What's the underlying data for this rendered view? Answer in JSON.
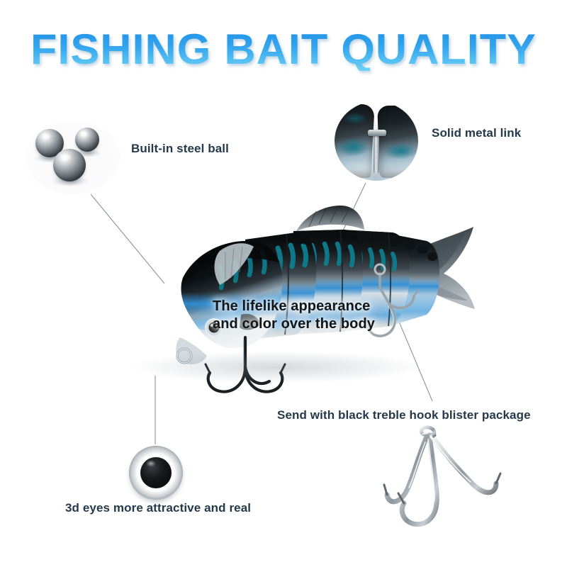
{
  "page": {
    "background_color": "#ffffff",
    "title": "FISHING BAIT QUALITY",
    "title_gradient_top": "#1f90e6",
    "title_gradient_bottom": "#6fd2f4",
    "label_color": "#25394a",
    "center_label_color": "#111517",
    "leader_line_color": "#8c9499"
  },
  "callouts": [
    {
      "id": "steel-ball",
      "label": "Built-in steel ball",
      "inset": "three-chrome-steel-balls"
    },
    {
      "id": "metal-link",
      "label": "Solid metal link",
      "inset": "circular-crop-of-jointed-segments-with-metal-pin"
    },
    {
      "id": "body-finish",
      "label_line1": "The lifelike appearance",
      "label_line2": "and color over the body",
      "inset": "none"
    },
    {
      "id": "blister-package",
      "label": "Send with black treble hook blister package",
      "inset": "silver-treble-hook"
    },
    {
      "id": "3d-eyes",
      "label": "3d eyes more attractive and real",
      "inset": "3d-eye-closeup"
    }
  ],
  "product": {
    "name": "multi-jointed-swimbait-fishing-lure",
    "body_colors": {
      "back": "#0c0f11",
      "belly": "#e9edef",
      "lateral_band": "#2f8fd6",
      "stripes": "#0f7f90",
      "fin": "#5b6468"
    },
    "segments": 6,
    "hooks": 2,
    "tail": "forked-caudal-fin"
  },
  "icons": {
    "steel_ball": "sphere-icon",
    "metal_link": "link-pin-icon",
    "eye": "eye-icon",
    "treble_hook": "treble-hook-icon"
  }
}
